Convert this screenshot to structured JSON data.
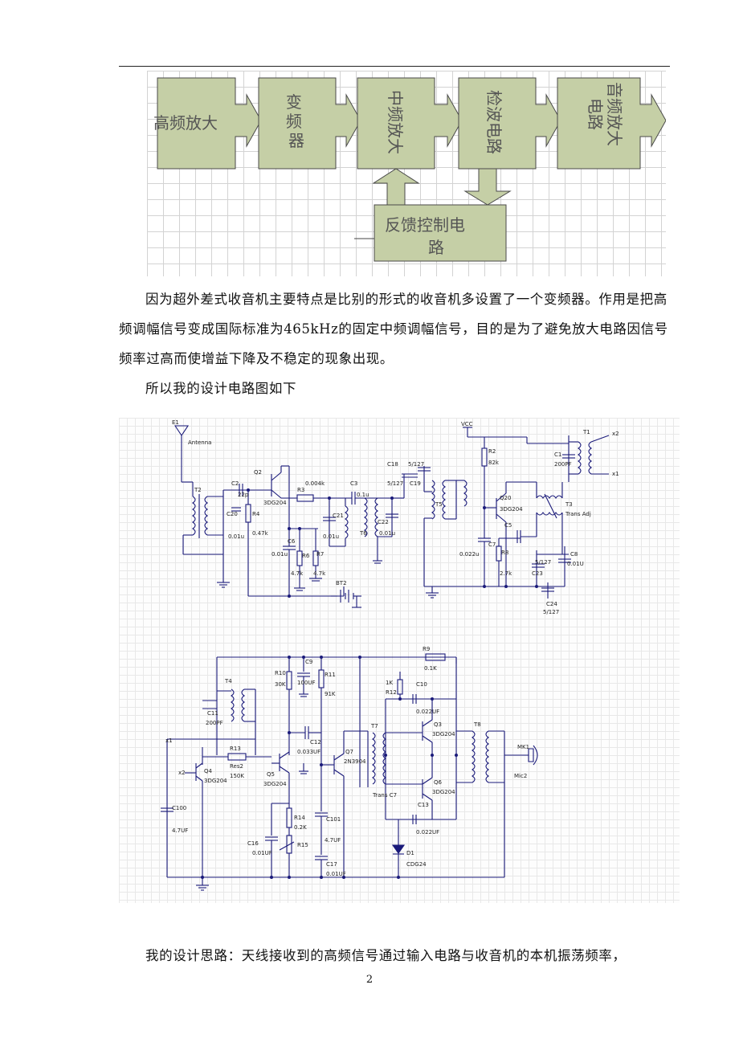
{
  "block_diagram": {
    "blocks": [
      {
        "label": "高频放大"
      },
      {
        "label": "变频器"
      },
      {
        "label": "中频放大"
      },
      {
        "label": "检波电路"
      },
      {
        "label": "音频放大电路"
      }
    ],
    "feedback_label": "反馈控制电路"
  },
  "paragraphs": [
    "因为超外差式收音机主要特点是比别的形式的收音机多设置了一个变频器。作用是把高频调幅信号变成国际标准为465kHz的固定中频调幅信号，目的是为了避免放大电路因信号频率过高而使增益下降及不稳定的现象出现。",
    "所以我的设计电路图如下"
  ],
  "schematic": {
    "labels": {
      "e1": "E1",
      "antenna": "Antenna",
      "t2": "T2",
      "c2": "C2",
      "c2v": "22p",
      "q2": "Q2",
      "q2t": "3DG204",
      "r3": "R3",
      "r3v": "0.004k",
      "c3": "C3",
      "c3v": "0.1u",
      "c20": "C20",
      "c20v": "0.01u",
      "r4": "R4",
      "r4v": "0.47k",
      "c6": "C6",
      "c6v": "0.01u",
      "r6": "R6",
      "r6v": "4.7k",
      "r7": "R7",
      "r7v": "4.7k",
      "c21": "C21",
      "c21v": "0.01u",
      "t6": "T6",
      "c22": "C22",
      "c22v": "0.01u",
      "bt2": "BT2",
      "c18": "C18",
      "c18v": "5/127",
      "c19v": "5/127",
      "c19": "C19",
      "t5": "T5",
      "vcc": "VCC",
      "r2": "R2",
      "r2v": "82k",
      "q20": "Q20",
      "q20t": "3DG204",
      "c5": "C5",
      "c7": "C7",
      "c7v": "0.022u",
      "r8": "R8",
      "r8v": "2.7k",
      "c1": "C1",
      "c1v": "200PF",
      "t1": "T1",
      "x2": "x2",
      "x1": "x1",
      "t3": "T3",
      "t3t": "Trans Adj",
      "c23": "C23",
      "c23v": "5/127",
      "c8": "C8",
      "c8v": "0.01U",
      "c24": "C24",
      "c24v": "5/127",
      "r9": "R9",
      "r9v": "0.1K",
      "r10": "R10",
      "r10v": "30K",
      "c9": "C9",
      "c9v": "100UF",
      "r11": "R11",
      "r11v": "91K",
      "t4": "T4",
      "c11": "C11",
      "c11v": "200PF",
      "r13": "R13",
      "r13t": "Res2",
      "r13v": "150K",
      "q4": "Q4",
      "q4t": "3DG204",
      "x1b": "x1",
      "x2b": "x2",
      "c12": "C12",
      "c12v": "0.033UF",
      "q5": "Q5",
      "q5t": "3DG204",
      "q7": "Q7",
      "q7t": "2N3904",
      "c100": "C100",
      "c100v": "4.7UF",
      "r14": "R14",
      "r14v": "0.2K",
      "r15": "R15",
      "c16": "C16",
      "c16v": "0.01UF",
      "c101": "C101",
      "c101v": "4.7UF",
      "c17": "C17",
      "c17v": "0.01UF",
      "r12": "R12",
      "r12v": "1K",
      "c10": "C10",
      "c10v": "0.022UF",
      "t7": "T7",
      "t7t": "Trans C7",
      "q3": "Q3",
      "q3t": "3DG204",
      "q6": "Q6",
      "q6t": "3DG204",
      "c13": "C13",
      "c13v": "0.022UF",
      "d1": "D1",
      "d1t": "CDG24",
      "t8": "T8",
      "mk1": "MK1",
      "mk1t": "Mic2"
    }
  },
  "last_paragraph": "我的设计思路：天线接收到的高频信号通过输入电路与收音机的本机振荡频率，",
  "page_number": "2"
}
